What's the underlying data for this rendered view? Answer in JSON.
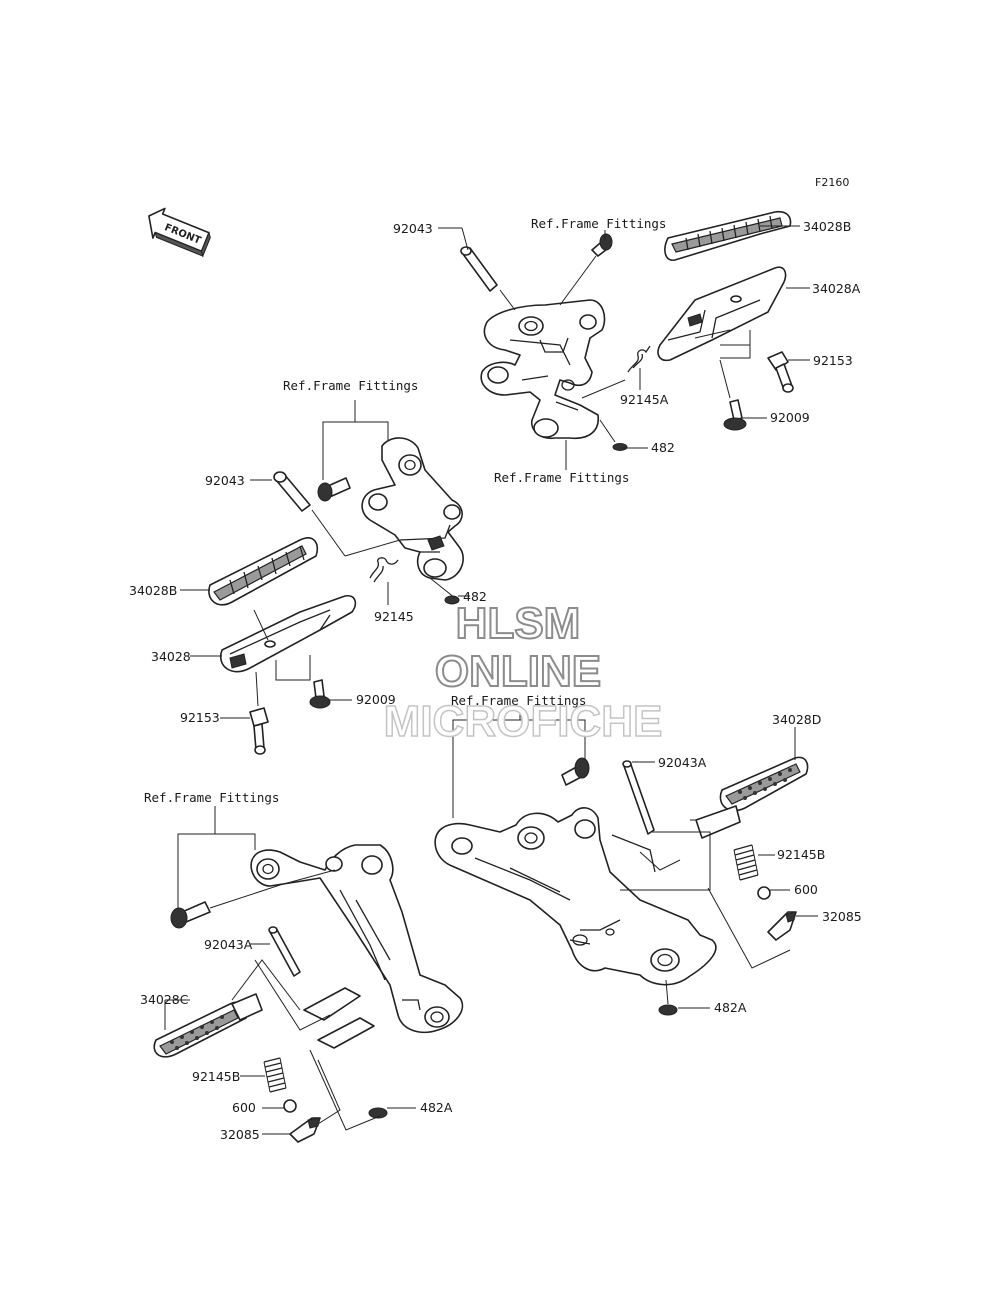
{
  "diagram_code": "F2160",
  "front_label": "FRONT",
  "refs": {
    "ref_top": "Ref.Frame Fittings",
    "ref_top_low": "Ref.Frame Fittings",
    "ref_mid": "Ref.Frame Fittings",
    "ref_center": "Ref.Frame Fittings",
    "ref_bottom": "Ref.Frame Fittings"
  },
  "parts": {
    "p34028B_top": "34028B",
    "p34028A": "34028A",
    "p92043_top": "92043",
    "p92153_top": "92153",
    "p92145A": "92145A",
    "p92009_top": "92009",
    "p482_top": "482",
    "p92043_mid": "92043",
    "p34028B_mid": "34028B",
    "p92145": "92145",
    "p482_mid": "482",
    "p34028": "34028",
    "p92009_mid": "92009",
    "p92153_mid": "92153",
    "p34028D": "34028D",
    "p92043A_right": "92043A",
    "p92145B_right": "92145B",
    "p600_right": "600",
    "p32085_right": "32085",
    "p482A_right": "482A",
    "p92043A_left": "92043A",
    "p34028C": "34028C",
    "p92145B_left": "92145B",
    "p600_left": "600",
    "p32085_left": "32085",
    "p482A_left": "482A"
  },
  "watermark": {
    "line1": "HLSM",
    "line2": "ONLINE",
    "line3": "MICROFICHE"
  }
}
